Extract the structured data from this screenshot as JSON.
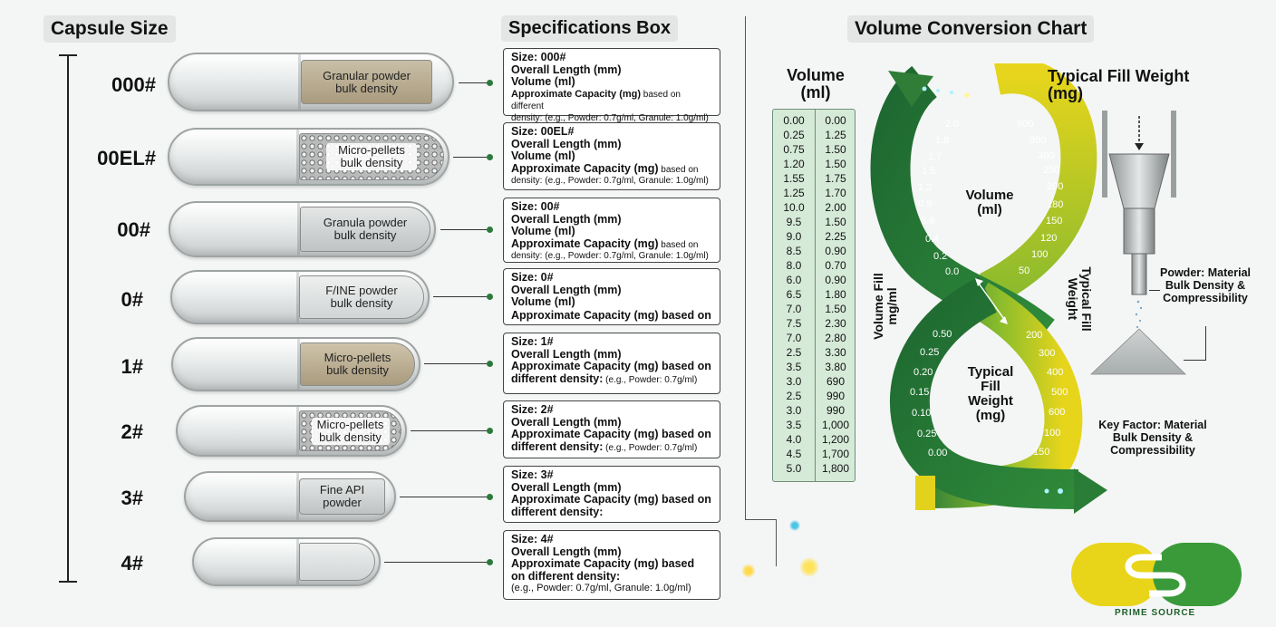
{
  "titles": {
    "capsule_size": "Capsule Size",
    "specifications_box": "Specifications Box",
    "volume_conversion_chart": "Volume Conversion Chart"
  },
  "capsules": [
    {
      "size": "000#",
      "fill": "Granular powder bulk density"
    },
    {
      "size": "00EL#",
      "fill": "Micro-pellets bulk density"
    },
    {
      "size": "00#",
      "fill": "Granula powder bulk density"
    },
    {
      "size": "0#",
      "fill": "F/INE powder bulk density"
    },
    {
      "size": "1#",
      "fill": "Micro-pellets bulk density"
    },
    {
      "size": "2#",
      "fill": "Micro-pellets bulk density"
    },
    {
      "size": "3#",
      "fill": "Fine API powder"
    },
    {
      "size": "4#",
      "fill": ""
    }
  ],
  "specs": [
    {
      "l1": "Size: 000#",
      "l2": "Overall Length (mm)",
      "l3": "Volume (ml)",
      "l4": "Approximate Capacity (mg)",
      "l4b": " based on different",
      "l5": "density: (e.g., Powder: 0.7g/ml, Granule: 1.0g/ml)"
    },
    {
      "l1": "Size: 00EL#",
      "l2": "Overall Length (mm)",
      "l3": "Volume (ml)",
      "l4": "Approximate Capacity (mg)",
      "l4b": " based on",
      "l5": "density: (e.g., Powder: 0.7g/ml, Granule: 1.0g/ml)"
    },
    {
      "l1": "Size: 00#",
      "l2": "Overall Length (mm)",
      "l3": "Volume (ml)",
      "l4": "Approximate Capacity (mg)",
      "l4b": " based on",
      "l5": "density: (e.g., Powder: 0.7g/ml, Granule: 1.0g/ml)"
    },
    {
      "l1": "Size: 0#",
      "l2": "Overall Length (mm)",
      "l3": "Volume (ml)",
      "l4": "Approximate Capacity (mg) based on"
    },
    {
      "l1": "Size: 1#",
      "l2": "Overall Length (mm)",
      "l3": "Approximate Capacity (mg) based on",
      "l4": "different density:",
      "l4b": " (e.g., Powder: 0.7g/ml)"
    },
    {
      "l1": "Size: 2#",
      "l2": "Overall Length (mm)",
      "l3": "Approximate Capacity (mg) based on",
      "l4": "different density:",
      "l4b": " (e.g., Powder: 0.7g/ml)"
    },
    {
      "l1": "Size: 3#",
      "l2": "Overall Length (mm)",
      "l3": "Approximate Capacity (mg) based on",
      "l4": "different density:"
    },
    {
      "l1": "Size: 4#",
      "l2": "Overall Length (mm)",
      "l3": "Approximate Capacity (mg) based",
      "l4": "on different density:",
      "l5": "(e.g., Powder: 0.7g/ml, Granule: 1.0g/ml)"
    }
  ],
  "table": {
    "header": "Volume (ml)",
    "col1": [
      "0.00",
      "0.25",
      "0.75",
      "1.20",
      "1.55",
      "1.25",
      "10.0",
      "9.5",
      "9.0",
      "8.5",
      "8.0",
      "6.0",
      "6.5",
      "7.0",
      "7.5",
      "7.0",
      "2.5",
      "3.5",
      "3.0",
      "2.5",
      "3.0",
      "3.5",
      "4.0",
      "4.5",
      "5.0"
    ],
    "col2": [
      "0.00",
      "1.25",
      "1.50",
      "1.50",
      "1.75",
      "1.70",
      "2.00",
      "1.50",
      "2.25",
      "0.90",
      "0.70",
      "0.90",
      "1.80",
      "1.50",
      "2.30",
      "2.80",
      "3.30",
      "3.80",
      "690",
      "990",
      "990",
      "1,000",
      "1,200",
      "1,700",
      "1,800"
    ]
  },
  "chart": {
    "typical_fill_weight": "Typical Fill Weight (mg)",
    "volume_inner": "Volume (ml)",
    "typical_fill_inner": "Typical Fill Weight (mg)",
    "left_vertical": "Volume Fill mg/ml",
    "right_vertical": "Typical Fill Weight",
    "upper_left_ticks": [
      "2.0",
      "1.8",
      "1.7",
      "1.5",
      "1.2",
      "0.9",
      "0.6",
      "0.4",
      "0.2",
      "0.0"
    ],
    "upper_right_ticks": [
      "900",
      "350",
      "300",
      "250",
      "200",
      "180",
      "150",
      "120",
      "100",
      "50"
    ],
    "lower_left_ticks": [
      "0.50",
      "0.25",
      "0.20",
      "0.15",
      "0.10",
      "0.25",
      "0.00"
    ],
    "lower_right_ticks": [
      "200",
      "300",
      "400",
      "500",
      "600",
      "100",
      "150"
    ],
    "colors": {
      "dark_green": "#1f6b33",
      "mid_green": "#3f8f3c",
      "yellow": "#e2d21b"
    }
  },
  "side_notes": {
    "powder": "Powder: Material Bulk Density & Compressibility",
    "key_factor": "Key Factor: Material Bulk Density & Compressibility"
  },
  "logo": {
    "text": "PRIME SOURCE",
    "colors": {
      "yellow": "#e8d51a",
      "green": "#3a9a3a"
    }
  }
}
